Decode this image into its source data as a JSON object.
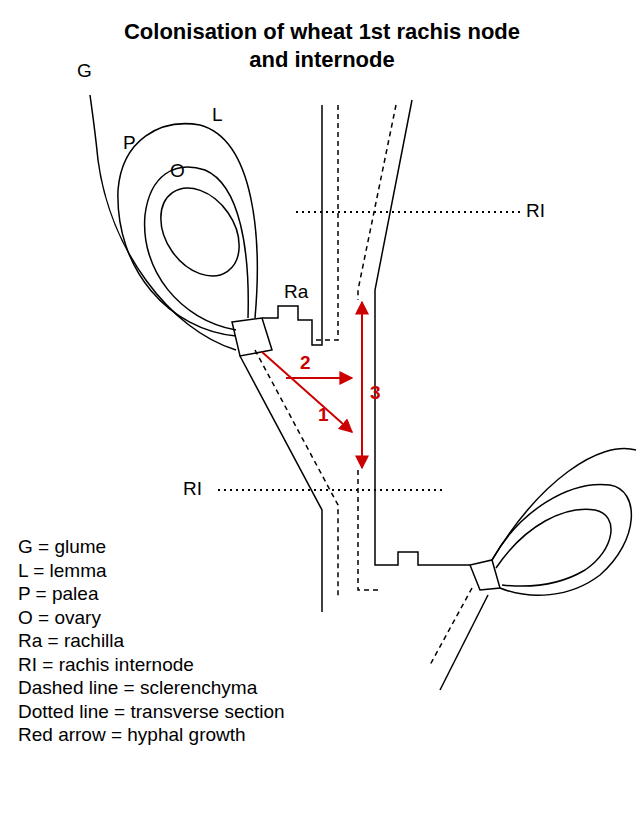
{
  "diagram": {
    "title": "Colonisation of wheat 1st rachis node and internode",
    "labels": [
      "G",
      "L",
      "P",
      "O",
      "Ra",
      "RI",
      "RI",
      "2",
      "1",
      "3"
    ],
    "legend": [
      {
        "text": "G = glume"
      },
      {
        "text": "L = lemma"
      },
      {
        "text": "P = palea"
      },
      {
        "text": "O = ovary"
      },
      {
        "text": "Ra = rachilla"
      },
      {
        "text": "RI = rachis internode"
      },
      {
        "text": "Dashed line = sclerenchyma"
      },
      {
        "text": "Dotted line = transverse section"
      },
      {
        "text": "Red arrow = hyphal growth"
      }
    ]
  }
}
